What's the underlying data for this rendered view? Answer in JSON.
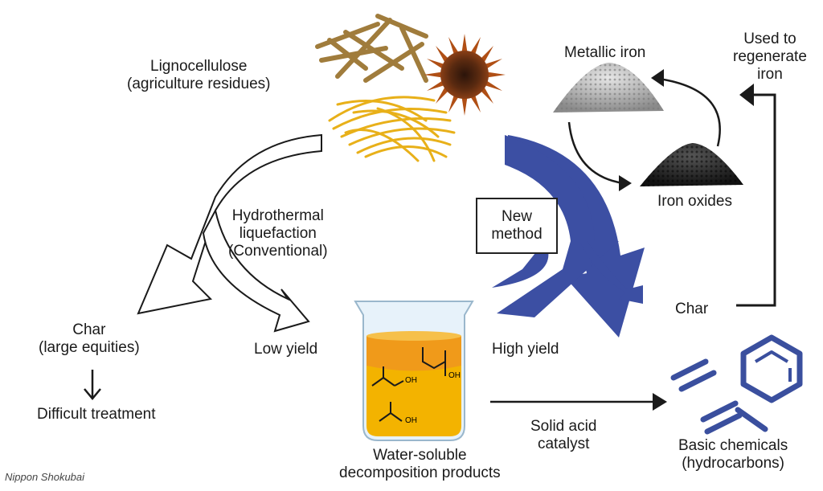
{
  "labels": {
    "lignocellulose": [
      "Lignocellulose",
      "(agriculture residues)"
    ],
    "metallic_iron": "Metallic iron",
    "used_to_regenerate": [
      "Used to",
      "regenerate",
      "iron"
    ],
    "iron_oxides": "Iron oxides",
    "hydrothermal": [
      "Hydrothermal",
      "liquefaction",
      "(Conventional)"
    ],
    "new_method": [
      "New",
      "method"
    ],
    "char_right": "Char",
    "char_left": [
      "Char",
      "(large equities)"
    ],
    "low_yield": "Low yield",
    "high_yield": "High yield",
    "difficult_treatment": "Difficult treatment",
    "solid_acid": [
      "Solid acid",
      "catalyst"
    ],
    "water_soluble": [
      "Water-soluble",
      "decomposition products"
    ],
    "basic_chemicals": [
      "Basic chemicals",
      "(hydrocarbons)"
    ],
    "molecule_oh_1": "OH",
    "molecule_oh_2": "OH",
    "molecule_oh_3": "OH",
    "credit": "Nippon Shokubai"
  },
  "colors": {
    "blue_arrow": "#3c4fa3",
    "beaker_liquid": "#f3b300",
    "beaker_top": "#f09a1a",
    "hydrocarbon_blue": "#3a4f9e",
    "iron_gray": "#9a9a9a",
    "iron_oxide_black": "#222222"
  },
  "icons": [
    "straw-icon",
    "sunflower-icon",
    "grass-icon",
    "metallic-iron-pile-icon",
    "iron-oxide-pile-icon",
    "beaker-icon",
    "benzene-icon",
    "ethylene-icon",
    "propylene-icon"
  ]
}
